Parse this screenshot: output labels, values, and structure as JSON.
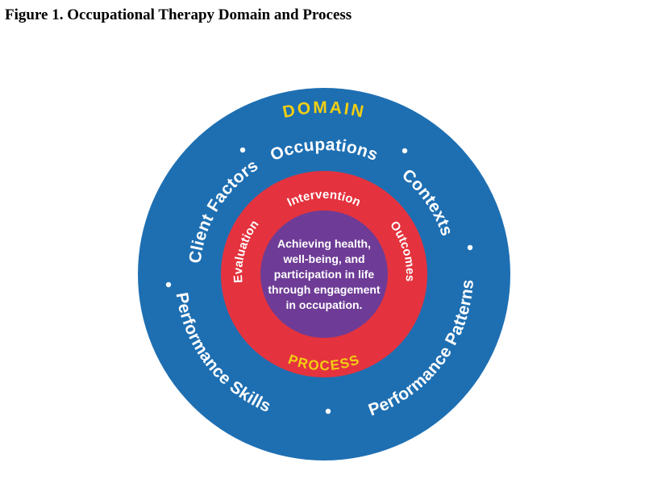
{
  "title": "Figure 1. Occupational Therapy Domain and Process",
  "colors": {
    "blue": "#1e6fb2",
    "red": "#e4333e",
    "purple": "#6e3c96",
    "yellow": "#f2cf12",
    "white": "#ffffff"
  },
  "diagram": {
    "domain_heading": "DOMAIN",
    "process_heading": "PROCESS",
    "outer_labels": {
      "occupations": "Occupations",
      "contexts": "Contexts",
      "performance_patterns": "Performance Patterns",
      "performance_skills": "Performance Skills",
      "client_factors": "Client Factors"
    },
    "process_labels": {
      "intervention": "Intervention",
      "outcomes": "Outcomes",
      "evaluation": "Evaluation"
    },
    "center_statement": {
      "lines": [
        "Achieving health,",
        "well-being, and",
        "participation in life",
        "through engagement",
        "in occupation."
      ]
    }
  }
}
